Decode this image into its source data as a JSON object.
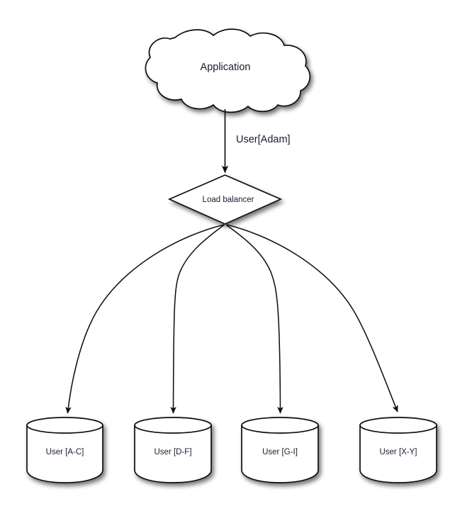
{
  "diagram": {
    "title_text": "Application",
    "background_color": "#ffffff",
    "stroke_color": "#111111",
    "text_color": "#1a1a2e",
    "nodes": {
      "cloud": {
        "id": "application-cloud",
        "label": "Application",
        "shape": "cloud"
      },
      "balancer": {
        "id": "load-balancer",
        "label": "Load balancer",
        "shape": "diamond"
      },
      "databases": [
        {
          "id": "db-a-c",
          "label": "User [A-C]",
          "shape": "cylinder"
        },
        {
          "id": "db-d-f",
          "label": "User [D-F]",
          "shape": "cylinder"
        },
        {
          "id": "db-g-i",
          "label": "User [G-I]",
          "shape": "cylinder"
        },
        {
          "id": "db-x-y",
          "label": "User [X-Y]",
          "shape": "cylinder"
        }
      ]
    },
    "edges": [
      {
        "id": "edge-app-to-balancer",
        "label": "User[Adam]",
        "from": "application-cloud",
        "to": "load-balancer",
        "style": "straight-arrow"
      },
      {
        "id": "edge-balancer-to-db-a-c",
        "label": "",
        "from": "load-balancer",
        "to": "db-a-c",
        "style": "curved-arrow"
      },
      {
        "id": "edge-balancer-to-db-d-f",
        "label": "",
        "from": "load-balancer",
        "to": "db-d-f",
        "style": "curved-arrow"
      },
      {
        "id": "edge-balancer-to-db-g-i",
        "label": "",
        "from": "load-balancer",
        "to": "db-g-i",
        "style": "curved-arrow"
      },
      {
        "id": "edge-balancer-to-db-x-y",
        "label": "",
        "from": "load-balancer",
        "to": "db-x-y",
        "style": "curved-arrow"
      }
    ]
  }
}
